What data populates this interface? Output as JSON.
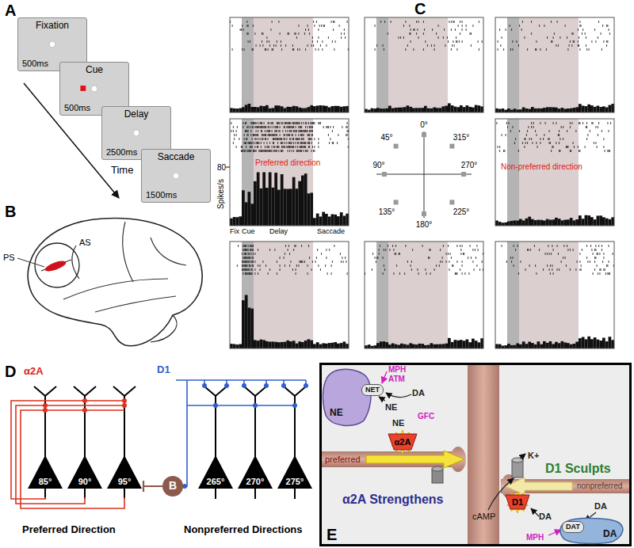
{
  "diagram": {
    "nodes": [
      {
        "text": [
          "Fixation",
          "500ms"
        ]
      },
      {
        "text": [
          "Cue",
          "500ms"
        ]
      },
      {
        "text": [
          "Delay",
          "2500ms"
        ]
      },
      {
        "text": [
          "Saccade",
          "1500ms"
        ]
      },
      {
        "text": [
          "85°"
        ]
      },
      {
        "text": [
          "90°"
        ]
      },
      {
        "text": [
          "95°"
        ]
      },
      {
        "text": [
          "B"
        ]
      },
      {
        "text": [
          "265°"
        ]
      },
      {
        "text": [
          "270°"
        ]
      },
      {
        "text": [
          "275°"
        ]
      },
      {
        "text": [
          "NE"
        ]
      },
      {
        "text": [
          "NET"
        ],
        "in": 11
      },
      {
        "text": [
          "α2A"
        ]
      },
      {
        "text": [
          "D1"
        ]
      },
      {
        "text": [
          "DA"
        ]
      },
      {
        "text": [
          "DAT"
        ],
        "in": 15
      }
    ],
    "edges": [
      {
        "from": 7,
        "to": 6,
        "arrow": "to"
      }
    ],
    "labels": [
      "A",
      "Time",
      "B",
      "PS",
      "AS",
      "C",
      "80",
      "Spikes/s",
      "Preferred direction",
      "Fix",
      "Cue",
      "Delay",
      "Saccade",
      "0°",
      "45°",
      "90°",
      "135°",
      "180°",
      "225°",
      "270°",
      "315°",
      "Non-preferred direction",
      "D",
      "α2A",
      "D1",
      "Preferred Direction",
      "Nonpreferred Directions",
      "MPH",
      "ATM",
      "DA",
      "NE",
      "NE",
      "GFC",
      "preferred",
      "α2A Strengthens",
      "K+",
      "cAMP",
      "DA",
      "D1 Sculpts",
      "nonpreferred",
      "DA",
      "MPH",
      "E"
    ]
  }
}
